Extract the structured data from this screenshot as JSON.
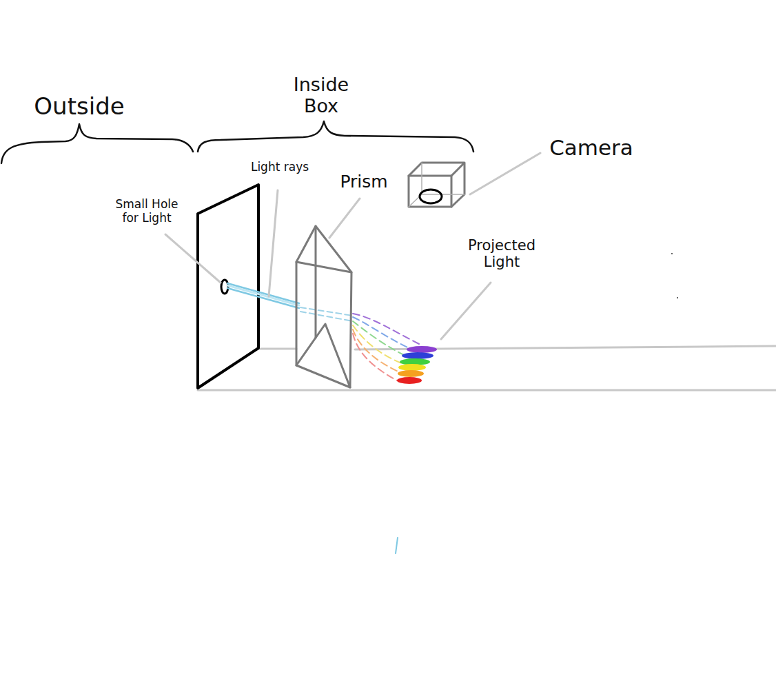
{
  "diagram": {
    "labels": [
      "Outside",
      "Inside Box",
      "Camera",
      "Light rays",
      "Prism",
      "Small Hole for Light",
      "Projected Light"
    ]
  }
}
